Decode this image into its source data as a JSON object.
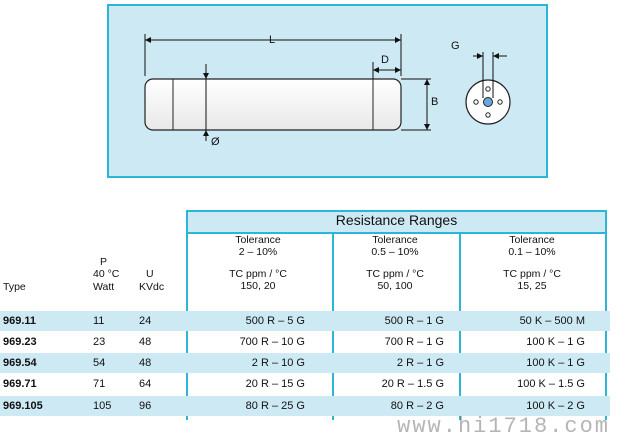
{
  "drawing": {
    "labels": {
      "L": "L",
      "D": "D",
      "B": "B",
      "diameter": "Ø",
      "G": "G"
    }
  },
  "table": {
    "title": "Resistance Ranges",
    "columns": {
      "type": "Type",
      "power_symbol": "P",
      "power_temp": "40 °C",
      "power_unit": "Watt",
      "voltage_symbol": "U",
      "voltage_unit": "KVdc"
    },
    "groups": [
      {
        "tolerance_label": "Tolerance",
        "tolerance": "2 – 10%",
        "tc_label": "TC ppm / °C",
        "tc": "150, 20"
      },
      {
        "tolerance_label": "Tolerance",
        "tolerance": "0.5 – 10%",
        "tc_label": "TC ppm / °C",
        "tc": "50, 100"
      },
      {
        "tolerance_label": "Tolerance",
        "tolerance": "0.1 – 10%",
        "tc_label": "TC ppm / °C",
        "tc": "15, 25"
      }
    ],
    "rows": [
      {
        "type": "969.11",
        "watt": "11",
        "kvdc": "24",
        "r1": "500 R –   5 G",
        "r2": "500 R –   1 G",
        "r3": "50 K – 500 M"
      },
      {
        "type": "969.23",
        "watt": "23",
        "kvdc": "48",
        "r1": "700 R – 10 G",
        "r2": "700 R –   1 G",
        "r3": "100 K –     1 G"
      },
      {
        "type": "969.54",
        "watt": "54",
        "kvdc": "48",
        "r1": "2 R – 10 G",
        "r2": "2 R –   1 G",
        "r3": "100 K –     1 G"
      },
      {
        "type": "969.71",
        "watt": "71",
        "kvdc": "64",
        "r1": "20 R – 15 G",
        "r2": "20 R – 1.5 G",
        "r3": "100 K –  1.5 G"
      },
      {
        "type": "969.105",
        "watt": "105",
        "kvdc": "96",
        "r1": "80 R – 25 G",
        "r2": "80 R –   2 G",
        "r3": "100 K –   2 G"
      }
    ]
  },
  "watermark": "www.hi1718.com"
}
